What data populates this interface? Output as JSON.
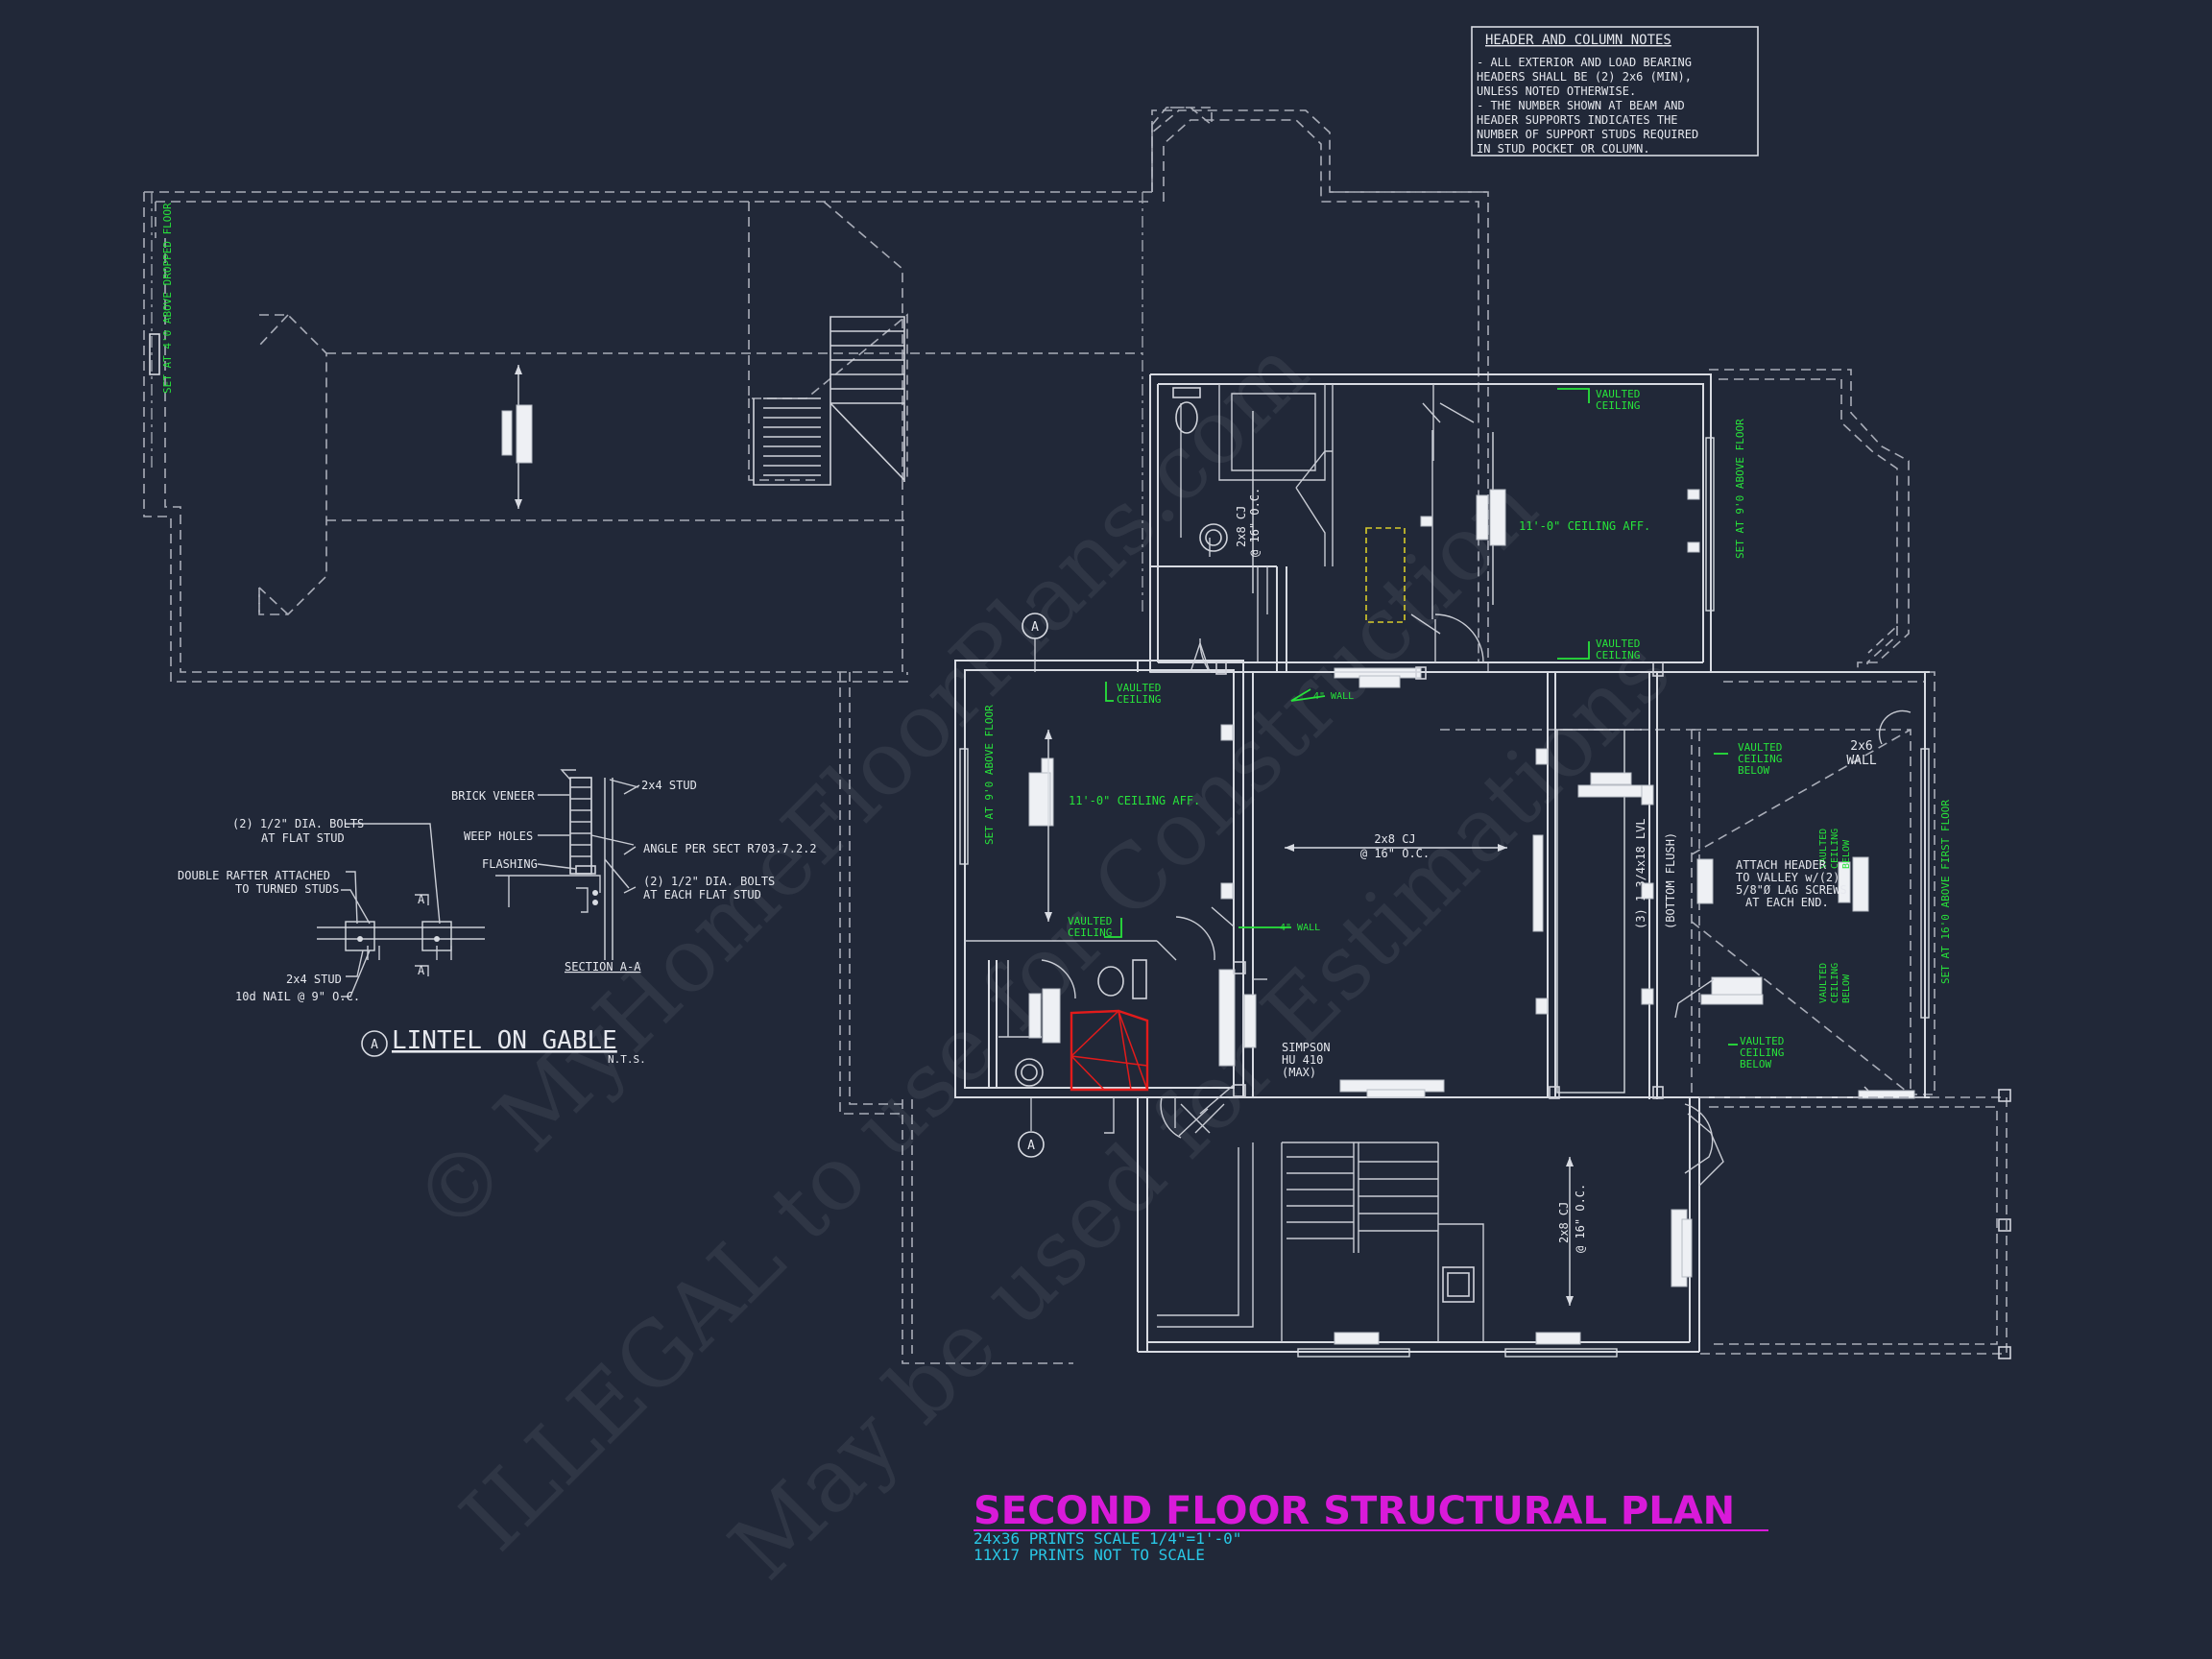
{
  "notes": {
    "title": "HEADER AND COLUMN NOTES",
    "lines": [
      "- ALL EXTERIOR AND LOAD BEARING",
      "HEADERS SHALL BE (2) 2x6 (MIN),",
      "UNLESS NOTED OTHERWISE.",
      "- THE NUMBER SHOWN AT BEAM AND",
      "HEADER SUPPORTS INDICATES THE",
      "NUMBER OF SUPPORT STUDS REQUIRED",
      "IN STUD POCKET OR COLUMN."
    ]
  },
  "labels": {
    "vaulted_ceiling": "VAULTED CEILING",
    "vaulted_ceiling_below": "VAULTED CEILING BELOW",
    "ceiling_aff": "11'-0\" CEILING AFF.",
    "set_at_9_above_floor": "SET AT 9'0 ABOVE FLOOR",
    "set_at_4_above_dropped_floor": "SET AT 4'0 ABOVE DROPPED FLOOR",
    "set_at_16_above_first_floor": "SET AT 16'0 ABOVE FIRST FLOOR",
    "wall_4": "4\" WALL",
    "cj_2x8": "2x8 CJ",
    "oc_16": "@ 16\" O.C.",
    "lvl": "(3) 1 3/4x18 LVL",
    "bottom_flush": "(BOTTOM FLUSH)",
    "wall_2x6_a": "2x6",
    "wall_2x6_b": "WALL",
    "attach_header": [
      "ATTACH HEADER",
      "TO VALLEY w/(2)",
      "5/8\"Ø LAG SCREWS",
      "AT EACH END."
    ],
    "simpson": [
      "SIMPSON",
      "HU 410",
      "(MAX)"
    ],
    "section_tag": "A"
  },
  "detail": {
    "brick_veneer": "BRICK VENEER",
    "stud_2x4": "2x4 STUD",
    "weep_holes": "WEEP HOLES",
    "flashing": "FLASHING",
    "angle": "ANGLE PER SECT R703.7.2.2",
    "bolts_1": "(2) 1/2\" DIA. BOLTS",
    "bolts_1b": "AT FLAT STUD",
    "bolts_2": "(2) 1/2\" DIA. BOLTS",
    "bolts_2b": "AT EACH FLAT STUD",
    "double_rafter": "DOUBLE RAFTER ATTACHED",
    "double_rafter_b": "TO TURNED STUDS",
    "stud_2x4_b": "2x4 STUD",
    "nail": "10d NAIL @ 9\" O.C.",
    "section": "SECTION A-A",
    "title": "LINTEL ON GABLE",
    "nts": "N.T.S.",
    "tag": "A"
  },
  "title_block": {
    "title": "SECOND FLOOR STRUCTURAL PLAN",
    "scale_line": "24x36 PRINTS SCALE 1/4\"=1'-0\"",
    "scale_line2": "11X17 PRINTS NOT TO SCALE"
  },
  "watermark": {
    "line1": "© MyHomeFloorPlans.com",
    "line2": "ILLEGAL to use for Construction",
    "line3": "May be used for Estimations"
  },
  "colors": {
    "background": "#212838",
    "lines": "#d8dbe2",
    "green": "#27e33a",
    "magenta": "#d91ad9",
    "cyan": "#29c7e6",
    "red": "#e21b1b"
  }
}
